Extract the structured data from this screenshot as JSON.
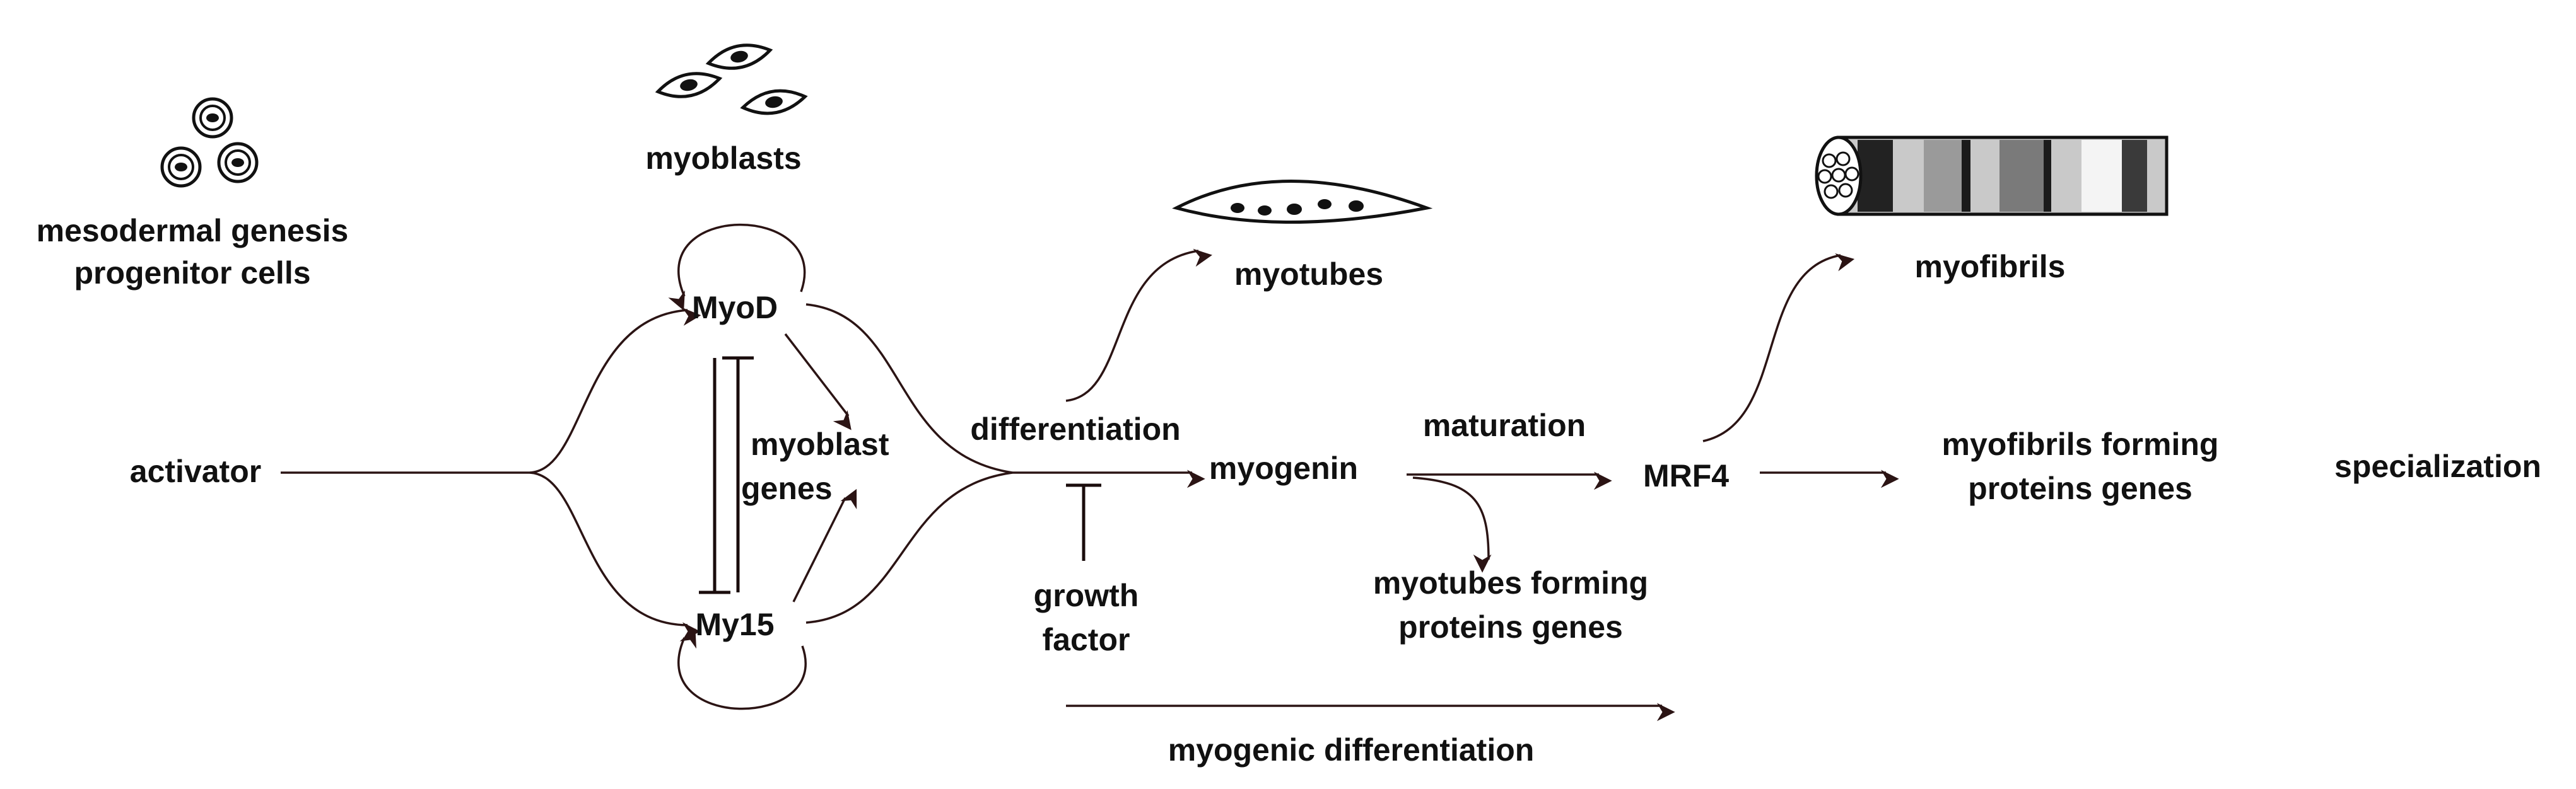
{
  "colors": {
    "line": "#2b1414",
    "text": "#111111",
    "background": "#ffffff"
  },
  "icons": {
    "progenitor_cells": "progenitor-cells-icon",
    "myoblasts": "myoblast-cells-icon",
    "myotube": "myotube-icon",
    "myofibril": "myofibril-icon"
  },
  "labels": {
    "progenitor_line1": "mesodermal genesis",
    "progenitor_line2": "progenitor cells",
    "myoblasts": "myoblasts",
    "activator": "activator",
    "myod": "MyoD",
    "my15": "My15",
    "myoblast_genes_line1": "myoblast",
    "myoblast_genes_line2": "genes",
    "differentiation": "differentiation",
    "growth_factor_line1": "growth",
    "growth_factor_line2": "factor",
    "myotubes": "myotubes",
    "myogenin": "myogenin",
    "maturation": "maturation",
    "myotubes_forming_line1": "myotubes forming",
    "myotubes_forming_line2": "proteins genes",
    "mrf4": "MRF4",
    "myofibrils": "myofibrils",
    "myofibrils_forming_line1": "myofibrils forming",
    "myofibrils_forming_line2": "proteins genes",
    "specialization": "specialization",
    "myogenic_differentiation": "myogenic differentiation"
  }
}
